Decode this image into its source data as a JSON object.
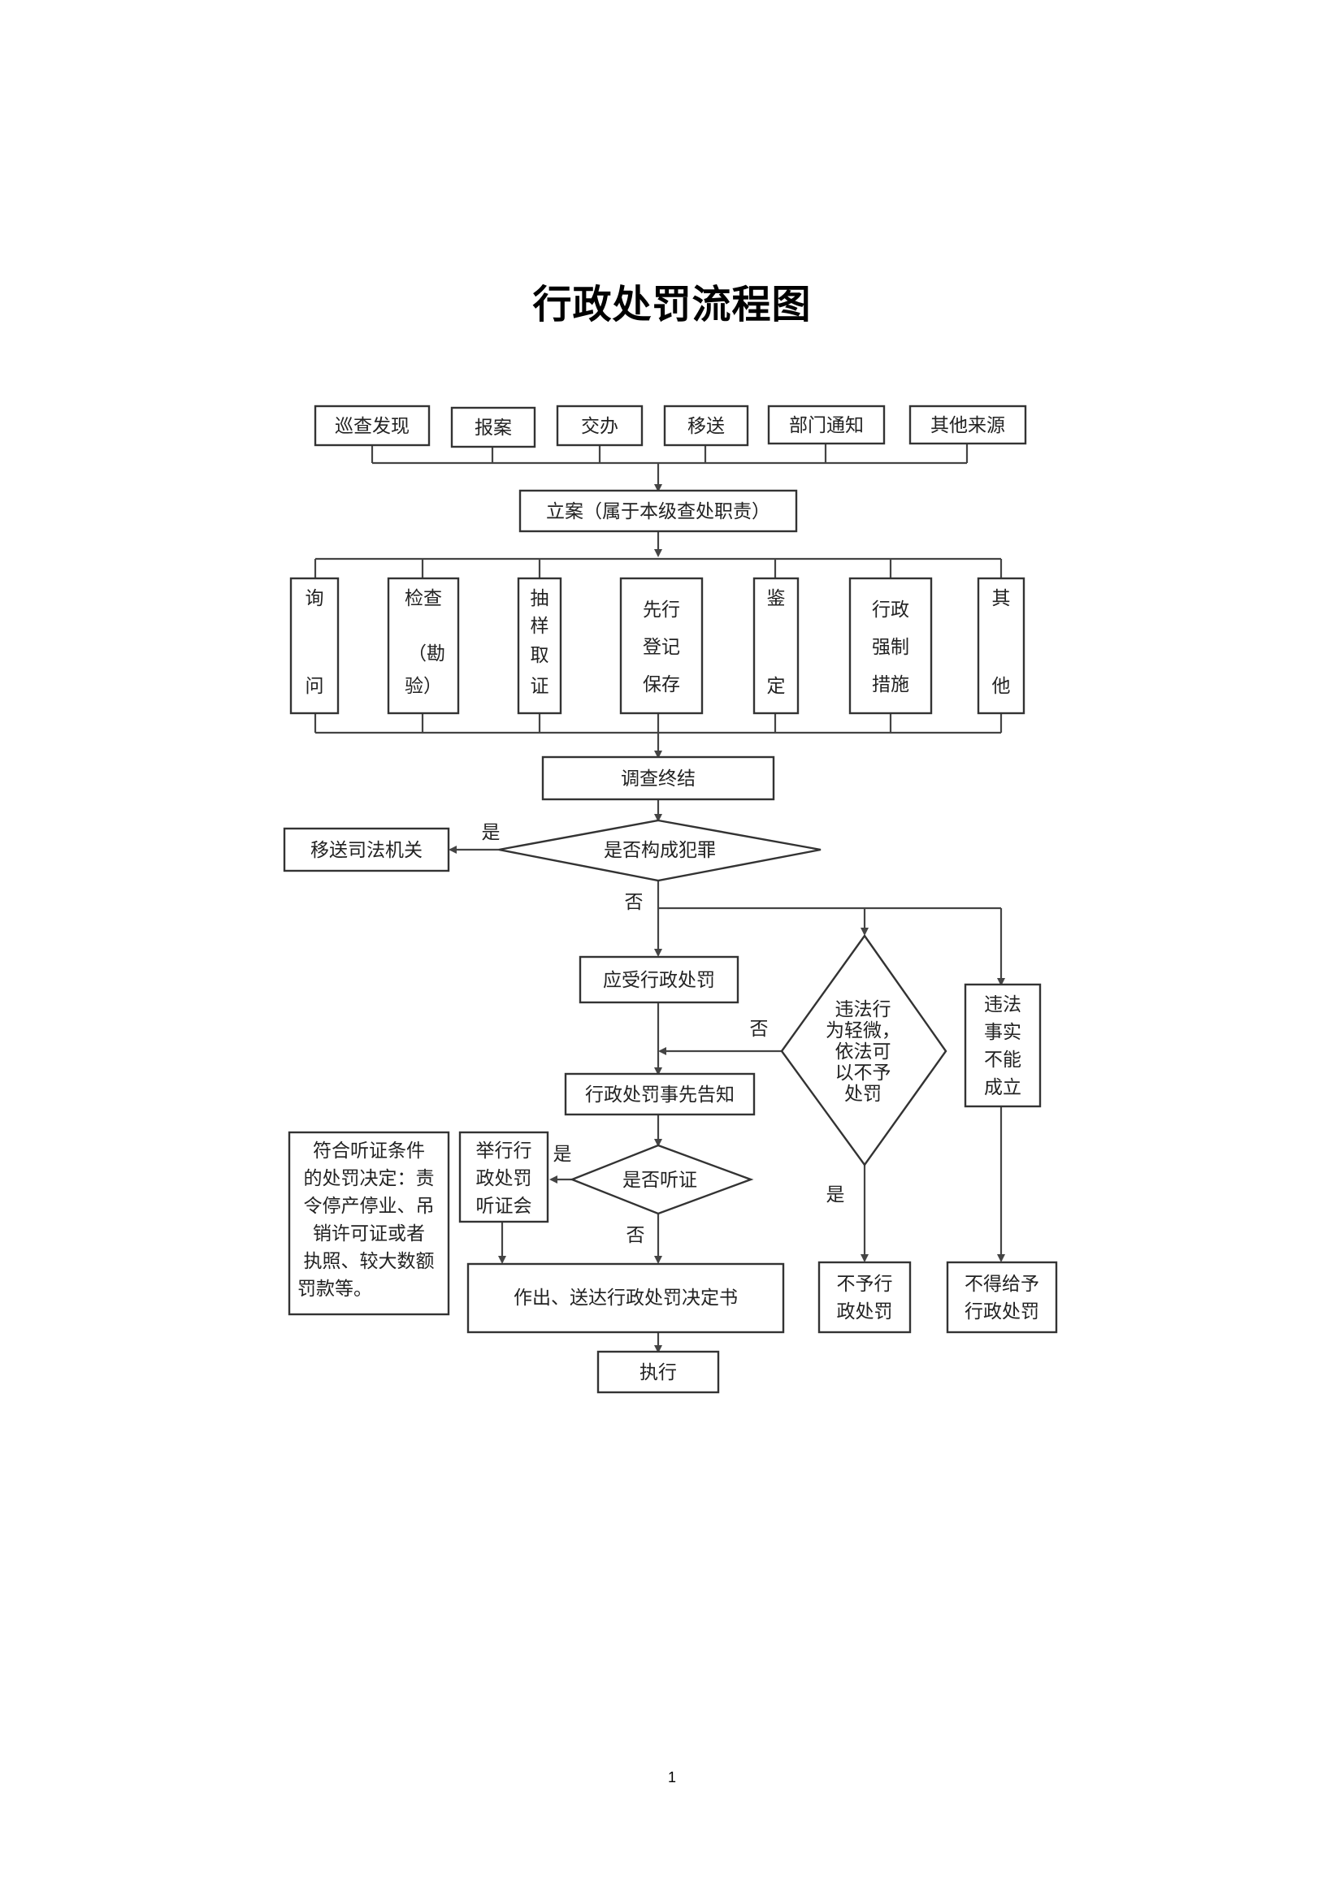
{
  "title": "行政处罚流程图",
  "page_number": "1",
  "sources": [
    "巡查发现",
    "报案",
    "交办",
    "移送",
    "部门通知",
    "其他来源"
  ],
  "filing": "立案（属于本级查处职责）",
  "investigation": {
    "inquiry": [
      "询",
      "问"
    ],
    "inspection": [
      "检查",
      "（勘",
      "验）"
    ],
    "sampling": [
      "抽",
      "样",
      "取",
      "证"
    ],
    "preserve": [
      "先行",
      "登记",
      "保存"
    ],
    "appraisal": [
      "鉴",
      "定"
    ],
    "coercive": [
      "行政",
      "强制",
      "措施"
    ],
    "other": [
      "其",
      "他"
    ]
  },
  "investigation_end": "调查终结",
  "crime_question": "是否构成犯罪",
  "transfer_judicial": "移送司法机关",
  "should_punish": "应受行政处罚",
  "minor_violation": [
    "违法行",
    "为轻微，",
    "依法可",
    "以不予",
    "处罚"
  ],
  "facts_unproven": [
    "违法",
    "事实",
    "不能",
    "成立"
  ],
  "prior_notice": "行政处罚事先告知",
  "hearing_question": "是否听证",
  "hold_hearing": [
    "举行行",
    "政处罚",
    "听证会"
  ],
  "hearing_conditions": [
    "符合听证条件",
    "的处罚决定：责",
    "令停产停业、吊",
    "销许可证或者",
    "执照、较大数额",
    "罚款等。"
  ],
  "decision": "作出、送达行政处罚决定书",
  "execute": "执行",
  "no_punish": [
    "不予行",
    "政处罚"
  ],
  "not_punish": [
    "不得给予",
    "行政处罚"
  ],
  "labels": {
    "yes": "是",
    "no": "否"
  }
}
